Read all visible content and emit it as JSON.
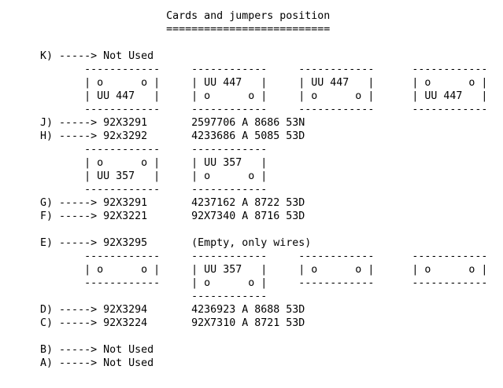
{
  "colors": {
    "background": "#ffffff",
    "text": "#000000"
  },
  "document": {
    "title": "Cards and jumpers position",
    "card_labels": [
      "UU 447",
      "UU 357"
    ],
    "rows": [
      {
        "label": "K)",
        "arrow": "----->",
        "value": "Not Used"
      },
      {
        "label": "J)",
        "arrow": "----->",
        "value": "92X3291",
        "detail": "2597706 A 8686 53N"
      },
      {
        "label": "H)",
        "arrow": "----->",
        "value": "92x3292",
        "detail": "4233686 A 5085 53D"
      },
      {
        "label": "G)",
        "arrow": "----->",
        "value": "92X3291",
        "detail": "4237162 A 8722 53D"
      },
      {
        "label": "F)",
        "arrow": "----->",
        "value": "92X3221",
        "detail": "92X7340 A 8716 53D"
      },
      {
        "label": "E)",
        "arrow": "----->",
        "value": "92X3295",
        "detail": "(Empty, only wires)"
      },
      {
        "label": "D)",
        "arrow": "----->",
        "value": "92X3294",
        "detail": "4236923 A 8688 53D"
      },
      {
        "label": "C)",
        "arrow": "----->",
        "value": "92X3224",
        "detail": "92X7310 A 8721 53D"
      },
      {
        "label": "B)",
        "arrow": "----->",
        "value": "Not Used"
      },
      {
        "label": "A)",
        "arrow": "----->",
        "value": "Not Used"
      }
    ]
  },
  "doc": {
    "lines": [
      "                          Cards and jumpers position",
      "                          ==========================",
      "",
      "      K) -----> Not Used",
      "             ------------     ------------     ------------      ------------",
      "             | o      o |     | UU 447   |     | UU 447   |      | o      o |",
      "             | UU 447   |     | o      o |     | o      o |      | UU 447   |",
      "             ------------     ------------     ------------      ------------",
      "      J) -----> 92X3291       2597706 A 8686 53N",
      "      H) -----> 92x3292       4233686 A 5085 53D",
      "             ------------     ------------",
      "             | o      o |     | UU 357   |",
      "             | UU 357   |     | o      o |",
      "             ------------     ------------",
      "      G) -----> 92X3291       4237162 A 8722 53D",
      "      F) -----> 92X3221       92X7340 A 8716 53D",
      "",
      "      E) -----> 92X3295       (Empty, only wires)",
      "             ------------     ------------     ------------      ------------",
      "             | o      o |     | UU 357   |     | o      o |      | o      o |",
      "             ------------     | o      o |     ------------      ------------",
      "                              ------------",
      "      D) -----> 92X3294       4236923 A 8688 53D",
      "      C) -----> 92X3224       92X7310 A 8721 53D",
      "",
      "      B) -----> Not Used",
      "      A) -----> Not Used"
    ]
  }
}
